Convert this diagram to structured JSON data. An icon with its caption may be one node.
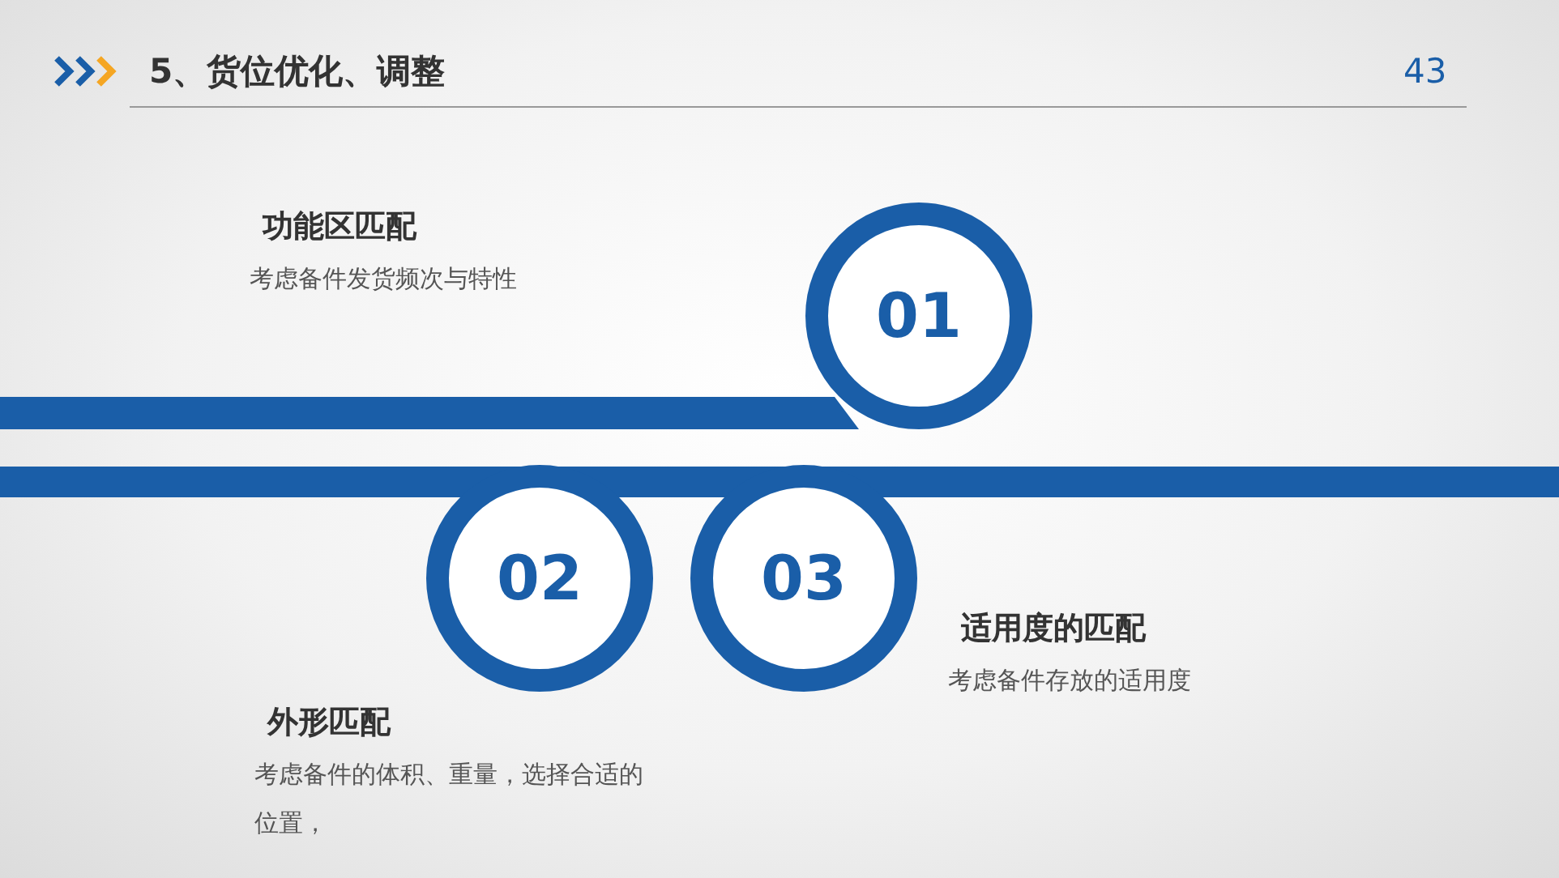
{
  "diagram": {
    "title": "5、货位优化、调整",
    "nodes": [
      {
        "text": [
          "01"
        ],
        "beside": [
          "功能区匹配",
          "考虑备件发货频次与特性"
        ]
      },
      {
        "text": [
          "02"
        ],
        "beside": [
          "外形匹配",
          "考虑备件的体积、重量，选择合适的位置，"
        ]
      },
      {
        "text": [
          "03"
        ],
        "beside": [
          "适用度的匹配",
          "考虑备件存放的适用度"
        ]
      }
    ],
    "labels": [
      "43"
    ]
  }
}
